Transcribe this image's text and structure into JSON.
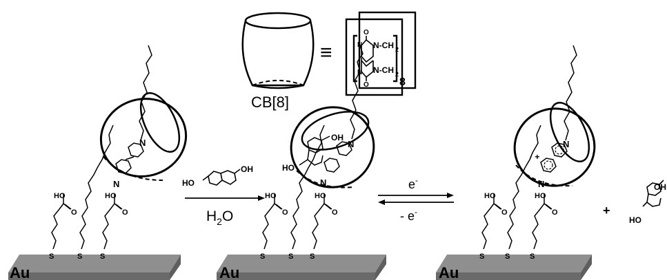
{
  "top": {
    "cb_label": "CB[8]",
    "equiv": "≡",
    "struct": {
      "n_top": "N",
      "n_bottom": "N",
      "ch2_top": "N-CH",
      "ch2_bottom": "N-CH",
      "sub2_top": "2",
      "sub2_bottom": "2",
      "o_top": "O",
      "o_bottom": "O",
      "repeat": "8"
    }
  },
  "reaction": {
    "reagent_oh_left": "HO",
    "reagent_oh_right": "OH",
    "solvent_prefix": "H",
    "solvent_sub": "2",
    "solvent_suffix": "O",
    "forward": "e",
    "forward_sup": "-",
    "reverse": "- e",
    "reverse_sup": "-"
  },
  "panels": [
    {
      "substrate": "Au",
      "cooh1": "HO",
      "cooh2": "HO",
      "s1": "S",
      "s2": "S",
      "s3": "S",
      "n_upper": "N",
      "n_lower": "N"
    },
    {
      "substrate": "Au",
      "cooh1": "HO",
      "cooh2": "HO",
      "s1": "S",
      "s2": "S",
      "s3": "S",
      "n_upper": "N",
      "n_lower": "N",
      "guest_oh1": "OH",
      "guest_oh2": "HO"
    },
    {
      "substrate": "Au",
      "cooh1": "HO",
      "cooh2": "HO",
      "s1": "S",
      "s2": "S",
      "s3": "S",
      "n_upper": "N",
      "n_lower": "N"
    }
  ],
  "product": {
    "plus": "+",
    "oh_top": "OH",
    "oh_bottom": "HO"
  }
}
